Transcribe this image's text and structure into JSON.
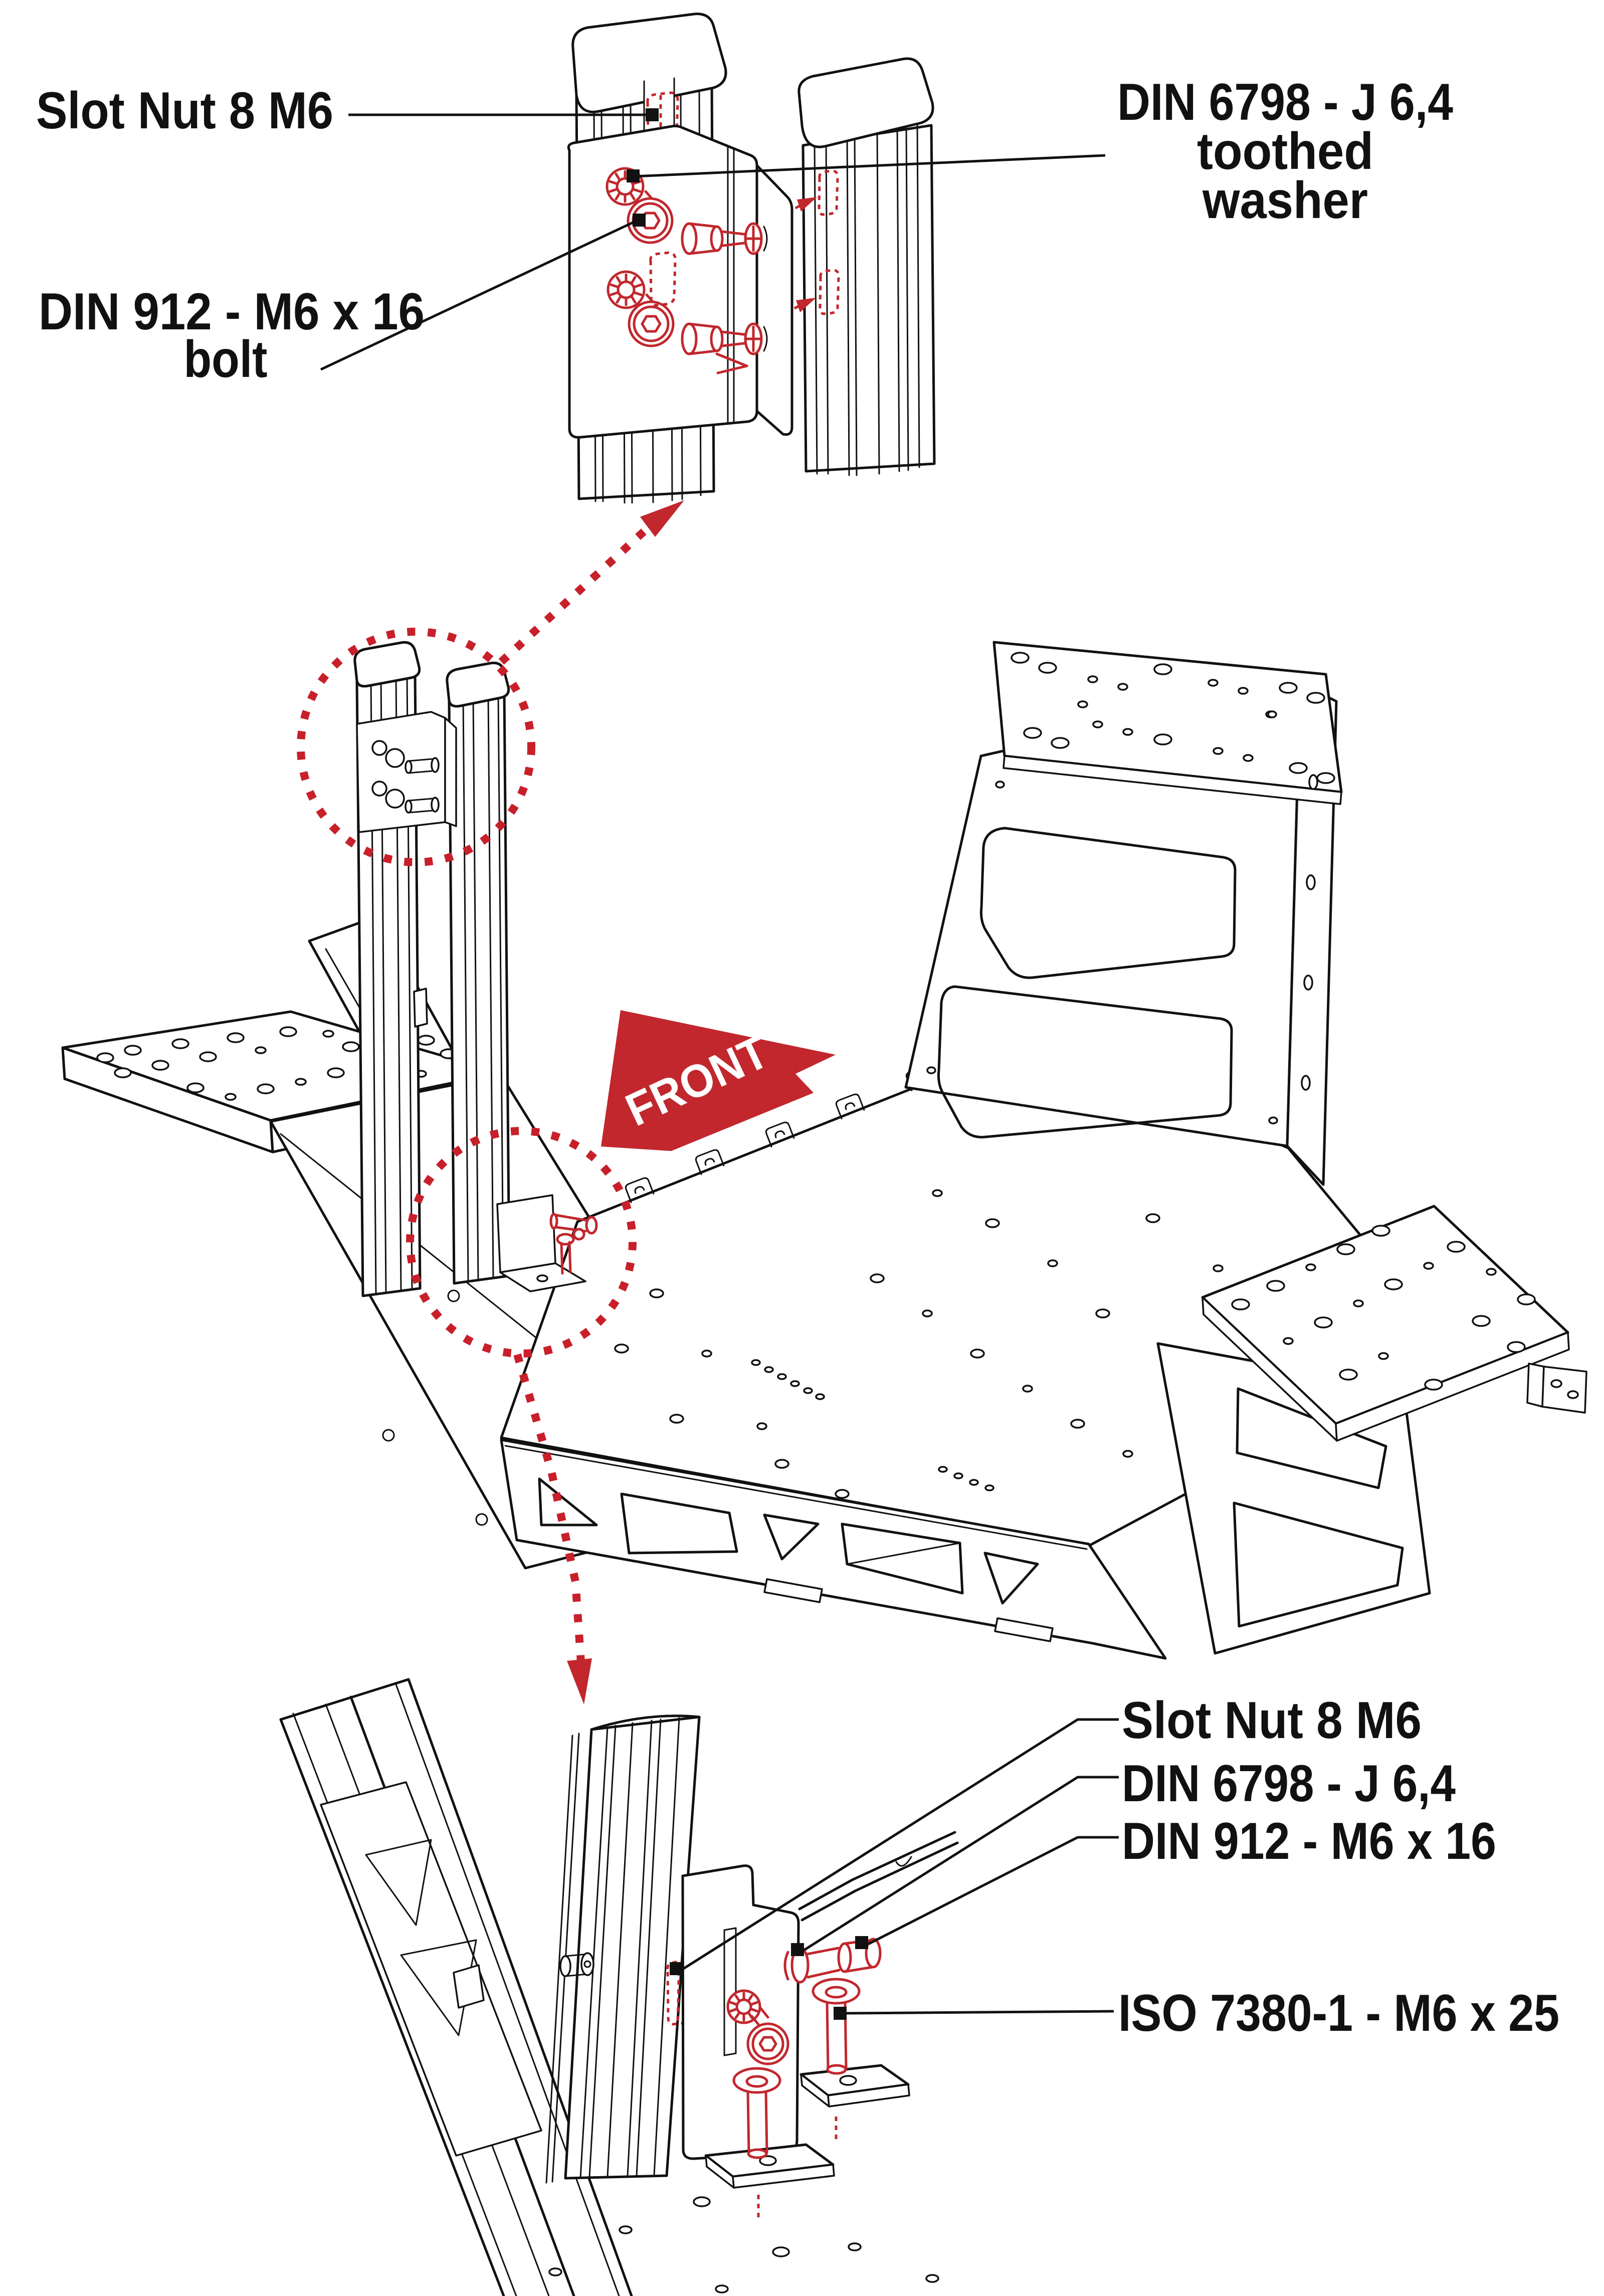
{
  "diagram": {
    "type": "assembly-instruction-exploded-view",
    "colors": {
      "accent_red": "#c1272d",
      "dot_red": "#c8202a",
      "line": "#111111",
      "background": "#ffffff"
    },
    "top_detail": {
      "slot_nut_label": "Slot Nut 8 M6",
      "washer_label_line1": "DIN 6798 - J 6,4",
      "washer_label_line2": "toothed",
      "washer_label_line3": "washer",
      "bolt_label_line1": "DIN 912 - M6 x 16",
      "bolt_label_line2": "bolt"
    },
    "main_view": {
      "front_marker": "FRONT"
    },
    "bottom_detail": {
      "slot_nut_label": "Slot Nut 8 M6",
      "washer_label": "DIN 6798 - J 6,4",
      "bolt_label": "DIN 912 - M6 x 16",
      "iso_bolt_label": "ISO 7380-1 - M6 x 25"
    }
  }
}
